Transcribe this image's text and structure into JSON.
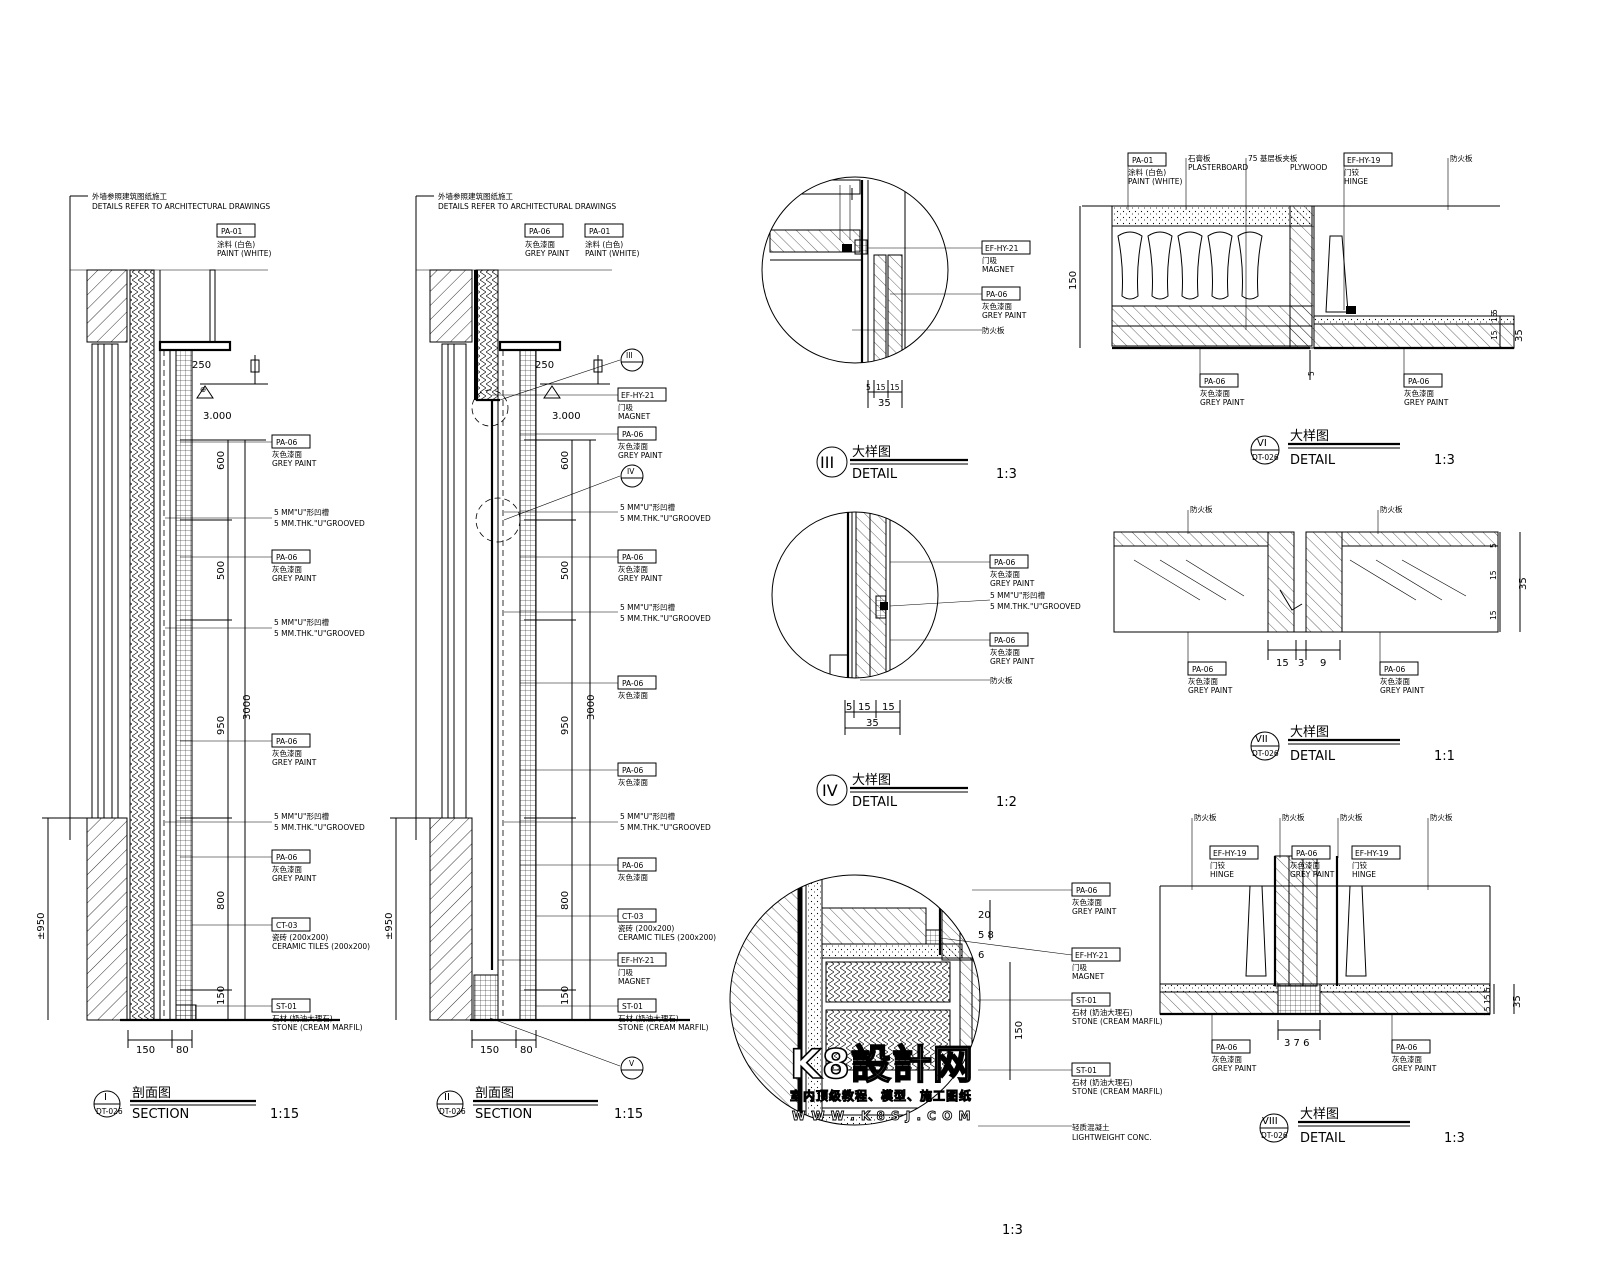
{
  "sheet_scale": "1:3",
  "notes": {
    "arch_cn_1": "外墙参照建筑图纸施工",
    "arch_cn_2": "外墙参照建筑图纸施工",
    "arch_en": "DETAILS REFER TO ARCHITECTURAL DRAWINGS"
  },
  "materials": {
    "pa01": "PA-01",
    "pa01_cn": "涂料 (白色)",
    "pa01_en": "PAINT (WHITE)",
    "pa06": "PA-06",
    "pa06_cn": "灰色漆面",
    "pa06_en": "GREY PAINT",
    "ct03": "CT-03",
    "ct03_cn": "瓷砖 (200x200)",
    "ct03_en": "CERAMIC TILES (200x200)",
    "st01": "ST-01",
    "st01_cn": "石材 (奶油大理石)",
    "st01_en": "STONE (CREAM MARFIL)",
    "efhy21": "EF-HY-21",
    "efhy21_cn": "门吸",
    "efhy21_en": "MAGNET",
    "efhy19": "EF-HY-19",
    "efhy19_cn": "门铰",
    "efhy19_en": "HINGE",
    "groove_cn": "5 MM\"U\"形凹槽",
    "groove_en": "5 MM.THK.\"U\"GROOVED",
    "fire_cn": "防火板",
    "plasterboard_cn": "石膏板",
    "plasterboard_en": "PLASTERBOARD",
    "plywood_cn": "75 基层板夹板",
    "plywood_en": "PLYWOOD",
    "lw_cn": "轻质混凝土",
    "lw_en": "LIGHTWEIGHT CONC."
  },
  "levels": {
    "ceiling": "3.000",
    "floor": "±950",
    "ceiling_offset": "250"
  },
  "dims": {
    "d600": "600",
    "d500": "500",
    "d950": "950",
    "d800": "800",
    "d150": "150",
    "d3000": "3000",
    "d80": "80",
    "d5": "5",
    "d15": "15",
    "d35": "35",
    "d3": "3",
    "d9": "9",
    "d20": "20",
    "d58": "5 8",
    "d6": "6",
    "d376": "3 7 6",
    "d5a": "5"
  },
  "titles": {
    "s1": {
      "num": "I",
      "ref": "DT-026",
      "cn": "剖面图",
      "en": "SECTION",
      "scale": "1:15"
    },
    "s2": {
      "num": "II",
      "ref": "DT-026",
      "cn": "剖面图",
      "en": "SECTION",
      "scale": "1:15"
    },
    "d3": {
      "num": "III",
      "cn": "大样图",
      "en": "DETAIL",
      "scale": "1:3"
    },
    "d4": {
      "num": "IV",
      "cn": "大样图",
      "en": "DETAIL",
      "scale": "1:2"
    },
    "d6": {
      "num": "VI",
      "ref": "DT-026",
      "cn": "大样图",
      "en": "DETAIL",
      "scale": "1:3"
    },
    "d7": {
      "num": "VII",
      "ref": "DT-026",
      "cn": "大样图",
      "en": "DETAIL",
      "scale": "1:1"
    },
    "d8": {
      "num": "VIII",
      "ref": "DT-026",
      "cn": "大样图",
      "en": "DETAIL",
      "scale": "1:3"
    }
  },
  "callouts": {
    "c3": "III",
    "c4": "IV",
    "c5": "V"
  },
  "watermark": {
    "logo": "K8設計网",
    "tagline": "室内顶级教程、模型、施工图纸",
    "url": "W W W . K 8 S J . C O M"
  }
}
